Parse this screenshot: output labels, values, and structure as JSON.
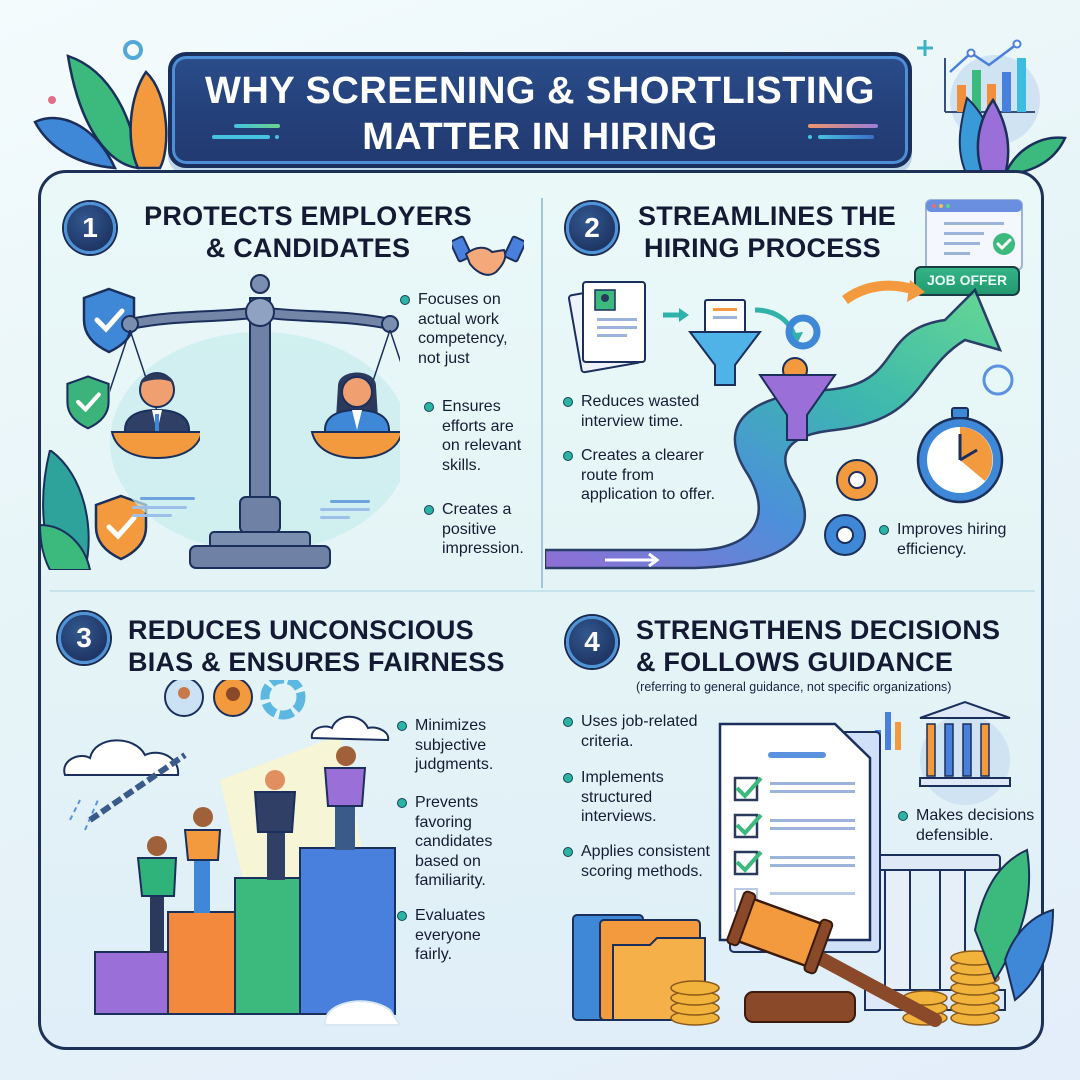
{
  "title": {
    "line1": "WHY SCREENING & SHORTLISTING",
    "line2": "MATTER IN HIRING"
  },
  "sections": [
    {
      "number": "1",
      "title_line1": "PROTECTS EMPLOYERS",
      "title_line2": "& CANDIDATES",
      "bullets": [
        "Focuses on actual work competency, not just",
        "Ensures efforts are on relevant skills.",
        "Creates a positive impression."
      ],
      "icons": [
        "handshake-icon",
        "shield-check-icon",
        "scale-of-justice-icon"
      ]
    },
    {
      "number": "2",
      "title_line1": "STREAMLINES THE",
      "title_line2": "HIRING PROCESS",
      "badge": "JOB OFFER",
      "bullets": [
        "Reduces wasted interview time.",
        "Creates a clearer route from application to offer.",
        "Improves hiring efficiency."
      ],
      "icons": [
        "resume-icon",
        "funnel-icon",
        "gear-icon",
        "stopwatch-icon",
        "browser-checklist-icon"
      ]
    },
    {
      "number": "3",
      "title_line1": "REDUCES UNCONSCIOUS",
      "title_line2": "BIAS & ENSURES FAIRNESS",
      "bullets": [
        "Minimizes subjective judgments.",
        "Prevents favoring candidates based on familiarity.",
        "Evaluates everyone fairly."
      ],
      "icons": [
        "broken-chain-icon",
        "podium-steps-icon",
        "avatar-icon",
        "cloud-icon"
      ]
    },
    {
      "number": "4",
      "title_line1": "STRENGTHENS DECISIONS",
      "title_line2": "& FOLLOWS GUIDANCE",
      "subtitle": "(referring to general guidance, not specific organizations)",
      "bullets": [
        "Uses job-related criteria.",
        "Implements structured interviews.",
        "Applies consistent scoring methods.",
        "Makes decisions defensible."
      ],
      "icons": [
        "checklist-document-icon",
        "gavel-icon",
        "courthouse-icon",
        "folder-icon",
        "coins-icon"
      ]
    }
  ],
  "colors": {
    "banner_bg": "#24407a",
    "banner_border": "#4d8fd6",
    "text_dark": "#141a33",
    "bullet_dot": "#2bb3a3",
    "job_offer_green": "#23996f",
    "accent_orange": "#f08a3c",
    "accent_purple": "#8a63d2"
  }
}
